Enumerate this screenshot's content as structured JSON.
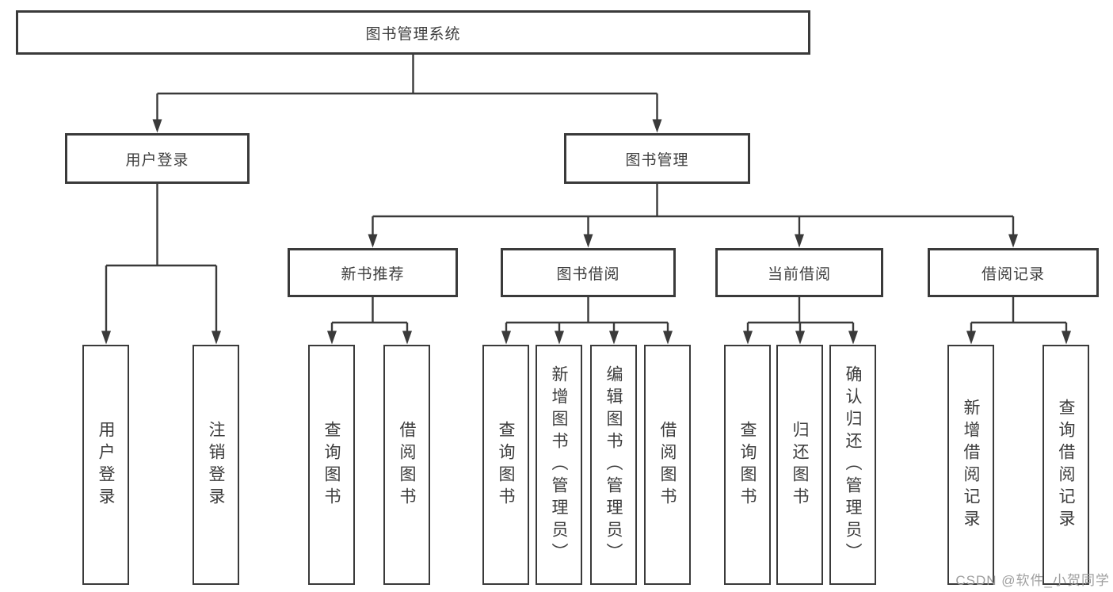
{
  "colors": {
    "line": "#3a3a3a",
    "box_border": "#3a3a3a",
    "text": "#3d3d3d",
    "watermark": "#9e9e9e",
    "background": "#ffffff"
  },
  "tree": {
    "root": {
      "label": "图书管理系统",
      "children": [
        {
          "label": "用户登录",
          "children": [
            {
              "label": "用户登录"
            },
            {
              "label": "注销登录"
            }
          ]
        },
        {
          "label": "图书管理",
          "children": [
            {
              "label": "新书推荐",
              "children": [
                {
                  "label": "查询图书"
                },
                {
                  "label": "借阅图书"
                }
              ]
            },
            {
              "label": "图书借阅",
              "children": [
                {
                  "label": "查询图书"
                },
                {
                  "label": "新增图书（管理员）"
                },
                {
                  "label": "编辑图书（管理员）"
                },
                {
                  "label": "借阅图书"
                }
              ]
            },
            {
              "label": "当前借阅",
              "children": [
                {
                  "label": "查询图书"
                },
                {
                  "label": "归还图书"
                },
                {
                  "label": "确认归还（管理员）"
                }
              ]
            },
            {
              "label": "借阅记录",
              "children": [
                {
                  "label": "新增借阅记录"
                },
                {
                  "label": "查询借阅记录"
                }
              ]
            }
          ]
        }
      ]
    }
  },
  "watermark": {
    "text": "CSDN @软件_小贺同学"
  }
}
